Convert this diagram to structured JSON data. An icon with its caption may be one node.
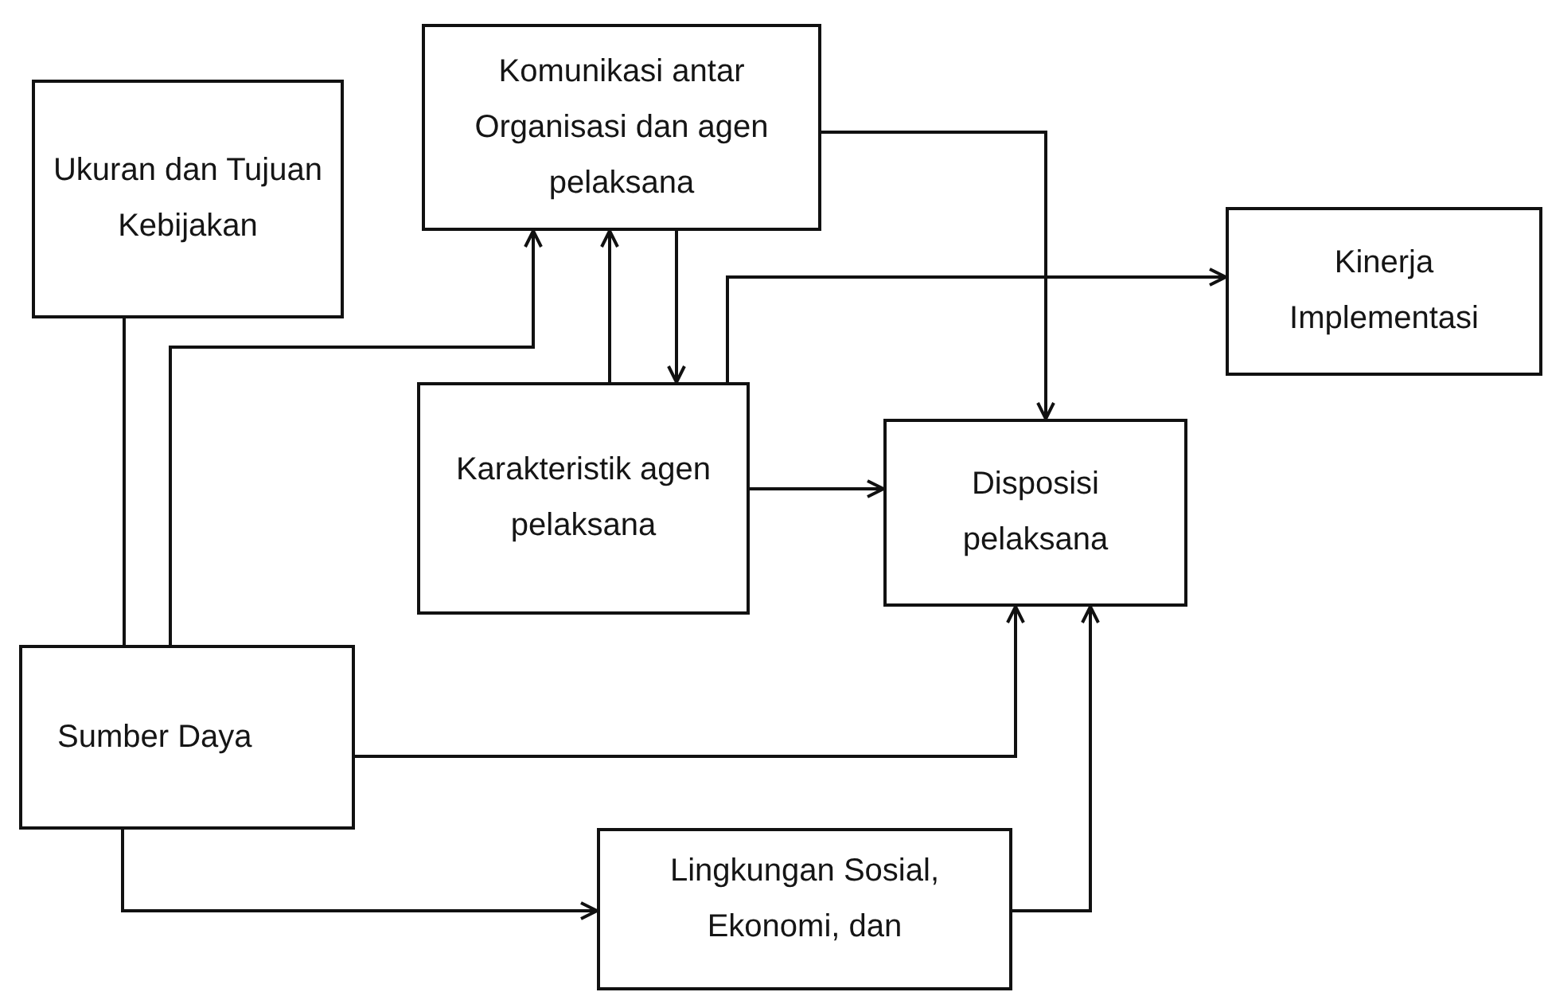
{
  "diagram": {
    "nodes": [
      {
        "text": [
          "Ukuran dan Tujuan Kebijakan"
        ]
      },
      {
        "text": [
          "Komunikasi antar Organisasi dan agen pelaksana"
        ]
      },
      {
        "text": [
          "Kinerja Implementasi"
        ]
      },
      {
        "text": [
          "Karakteristik agen pelaksana"
        ]
      },
      {
        "text": [
          "Disposisi pelaksana"
        ]
      },
      {
        "text": [
          "Sumber Daya"
        ]
      },
      {
        "text": [
          "Lingkungan Sosial, Ekonomi, dan"
        ]
      }
    ],
    "edges": [
      {
        "from": 0,
        "to": 5,
        "arrow": "none"
      },
      {
        "from": 5,
        "to": 1,
        "arrow": "to"
      },
      {
        "from": 3,
        "to": 1,
        "arrow": "to"
      },
      {
        "from": 1,
        "to": 3,
        "arrow": "to"
      },
      {
        "from": 3,
        "to": 2,
        "arrow": "to"
      },
      {
        "from": 1,
        "to": 4,
        "arrow": "to"
      },
      {
        "from": 3,
        "to": 4,
        "arrow": "to"
      },
      {
        "from": 5,
        "to": 4,
        "arrow": "to"
      },
      {
        "from": 5,
        "to": 6,
        "arrow": "to"
      },
      {
        "from": 6,
        "to": 4,
        "arrow": "to"
      }
    ]
  }
}
